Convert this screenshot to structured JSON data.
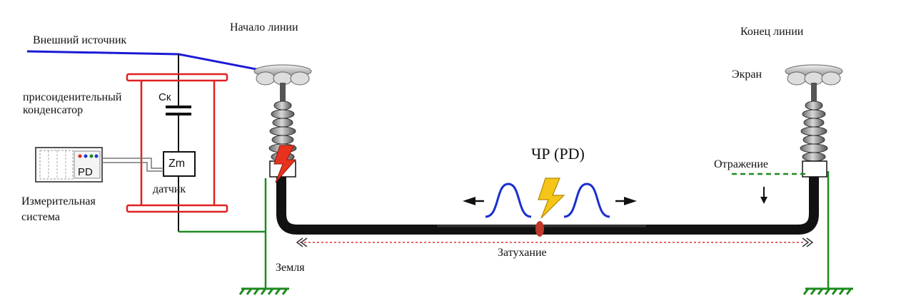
{
  "labels": {
    "external_source": "Внешний источник",
    "line_start": "Начало линии",
    "line_end": "Конец линии",
    "screen": "Экран",
    "coupling_capacitor": "присоиденительный конденсатор",
    "ck": "Cк",
    "zm": "Zm",
    "pd_box": "PD",
    "sensor": "датчик",
    "measuring_system": "Измерительная система",
    "pd_title": "ЧР (PD)",
    "reflection": "Отражение",
    "attenuation": "Затухание",
    "ground": "Земля"
  },
  "colors": {
    "source_line": "#1a1ad6",
    "frame": "#e02020",
    "ground_wire": "#1f8a1f",
    "cable": "#111111",
    "pulse": "#1a2fd0",
    "lightning": "#f5c518",
    "attenuation_line": "#e03030",
    "defect": "#c0392b"
  },
  "icons": [
    "lightning-icon",
    "arrow-left-icon",
    "arrow-right-icon",
    "arrow-down-icon",
    "ground-symbol-icon",
    "insulator-icon"
  ]
}
